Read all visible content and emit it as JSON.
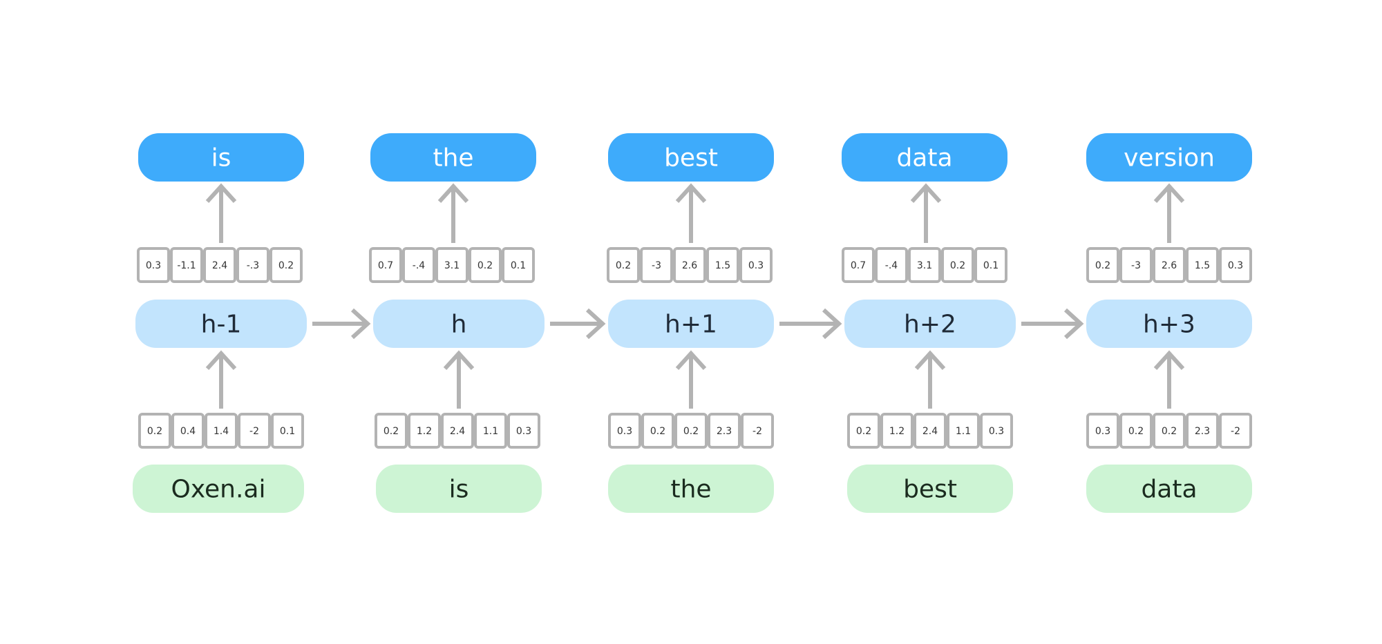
{
  "steps": [
    {
      "output_token": "is",
      "hidden_state": "h-1",
      "output_vector": [
        "0.3",
        "-1.1",
        "2.4",
        "-.3",
        "0.2"
      ],
      "input_vector": [
        "0.2",
        "0.4",
        "1.4",
        "-2",
        "0.1"
      ],
      "input_token": "Oxen.ai"
    },
    {
      "output_token": "the",
      "hidden_state": "h",
      "output_vector": [
        "0.7",
        "-.4",
        "3.1",
        "0.2",
        "0.1"
      ],
      "input_vector": [
        "0.2",
        "1.2",
        "2.4",
        "1.1",
        "0.3"
      ],
      "input_token": "is"
    },
    {
      "output_token": "best",
      "hidden_state": "h+1",
      "output_vector": [
        "0.2",
        "-3",
        "2.6",
        "1.5",
        "0.3"
      ],
      "input_vector": [
        "0.3",
        "0.2",
        "0.2",
        "2.3",
        "-2"
      ],
      "input_token": "the"
    },
    {
      "output_token": "data",
      "hidden_state": "h+2",
      "output_vector": [
        "0.7",
        "-.4",
        "3.1",
        "0.2",
        "0.1"
      ],
      "input_vector": [
        "0.2",
        "1.2",
        "2.4",
        "1.1",
        "0.3"
      ],
      "input_token": "best"
    },
    {
      "output_token": "version",
      "hidden_state": "h+3",
      "output_vector": [
        "0.2",
        "-3",
        "2.6",
        "1.5",
        "0.3"
      ],
      "input_vector": [
        "0.3",
        "0.2",
        "0.2",
        "2.3",
        "-2"
      ],
      "input_token": "data"
    }
  ],
  "colors": {
    "output_token": "#3eabfb",
    "hidden_state": "#c2e4fd",
    "input_token": "#cdf4d4",
    "arrow": "#b3b3b3",
    "cell_border": "#b3b3b3"
  }
}
